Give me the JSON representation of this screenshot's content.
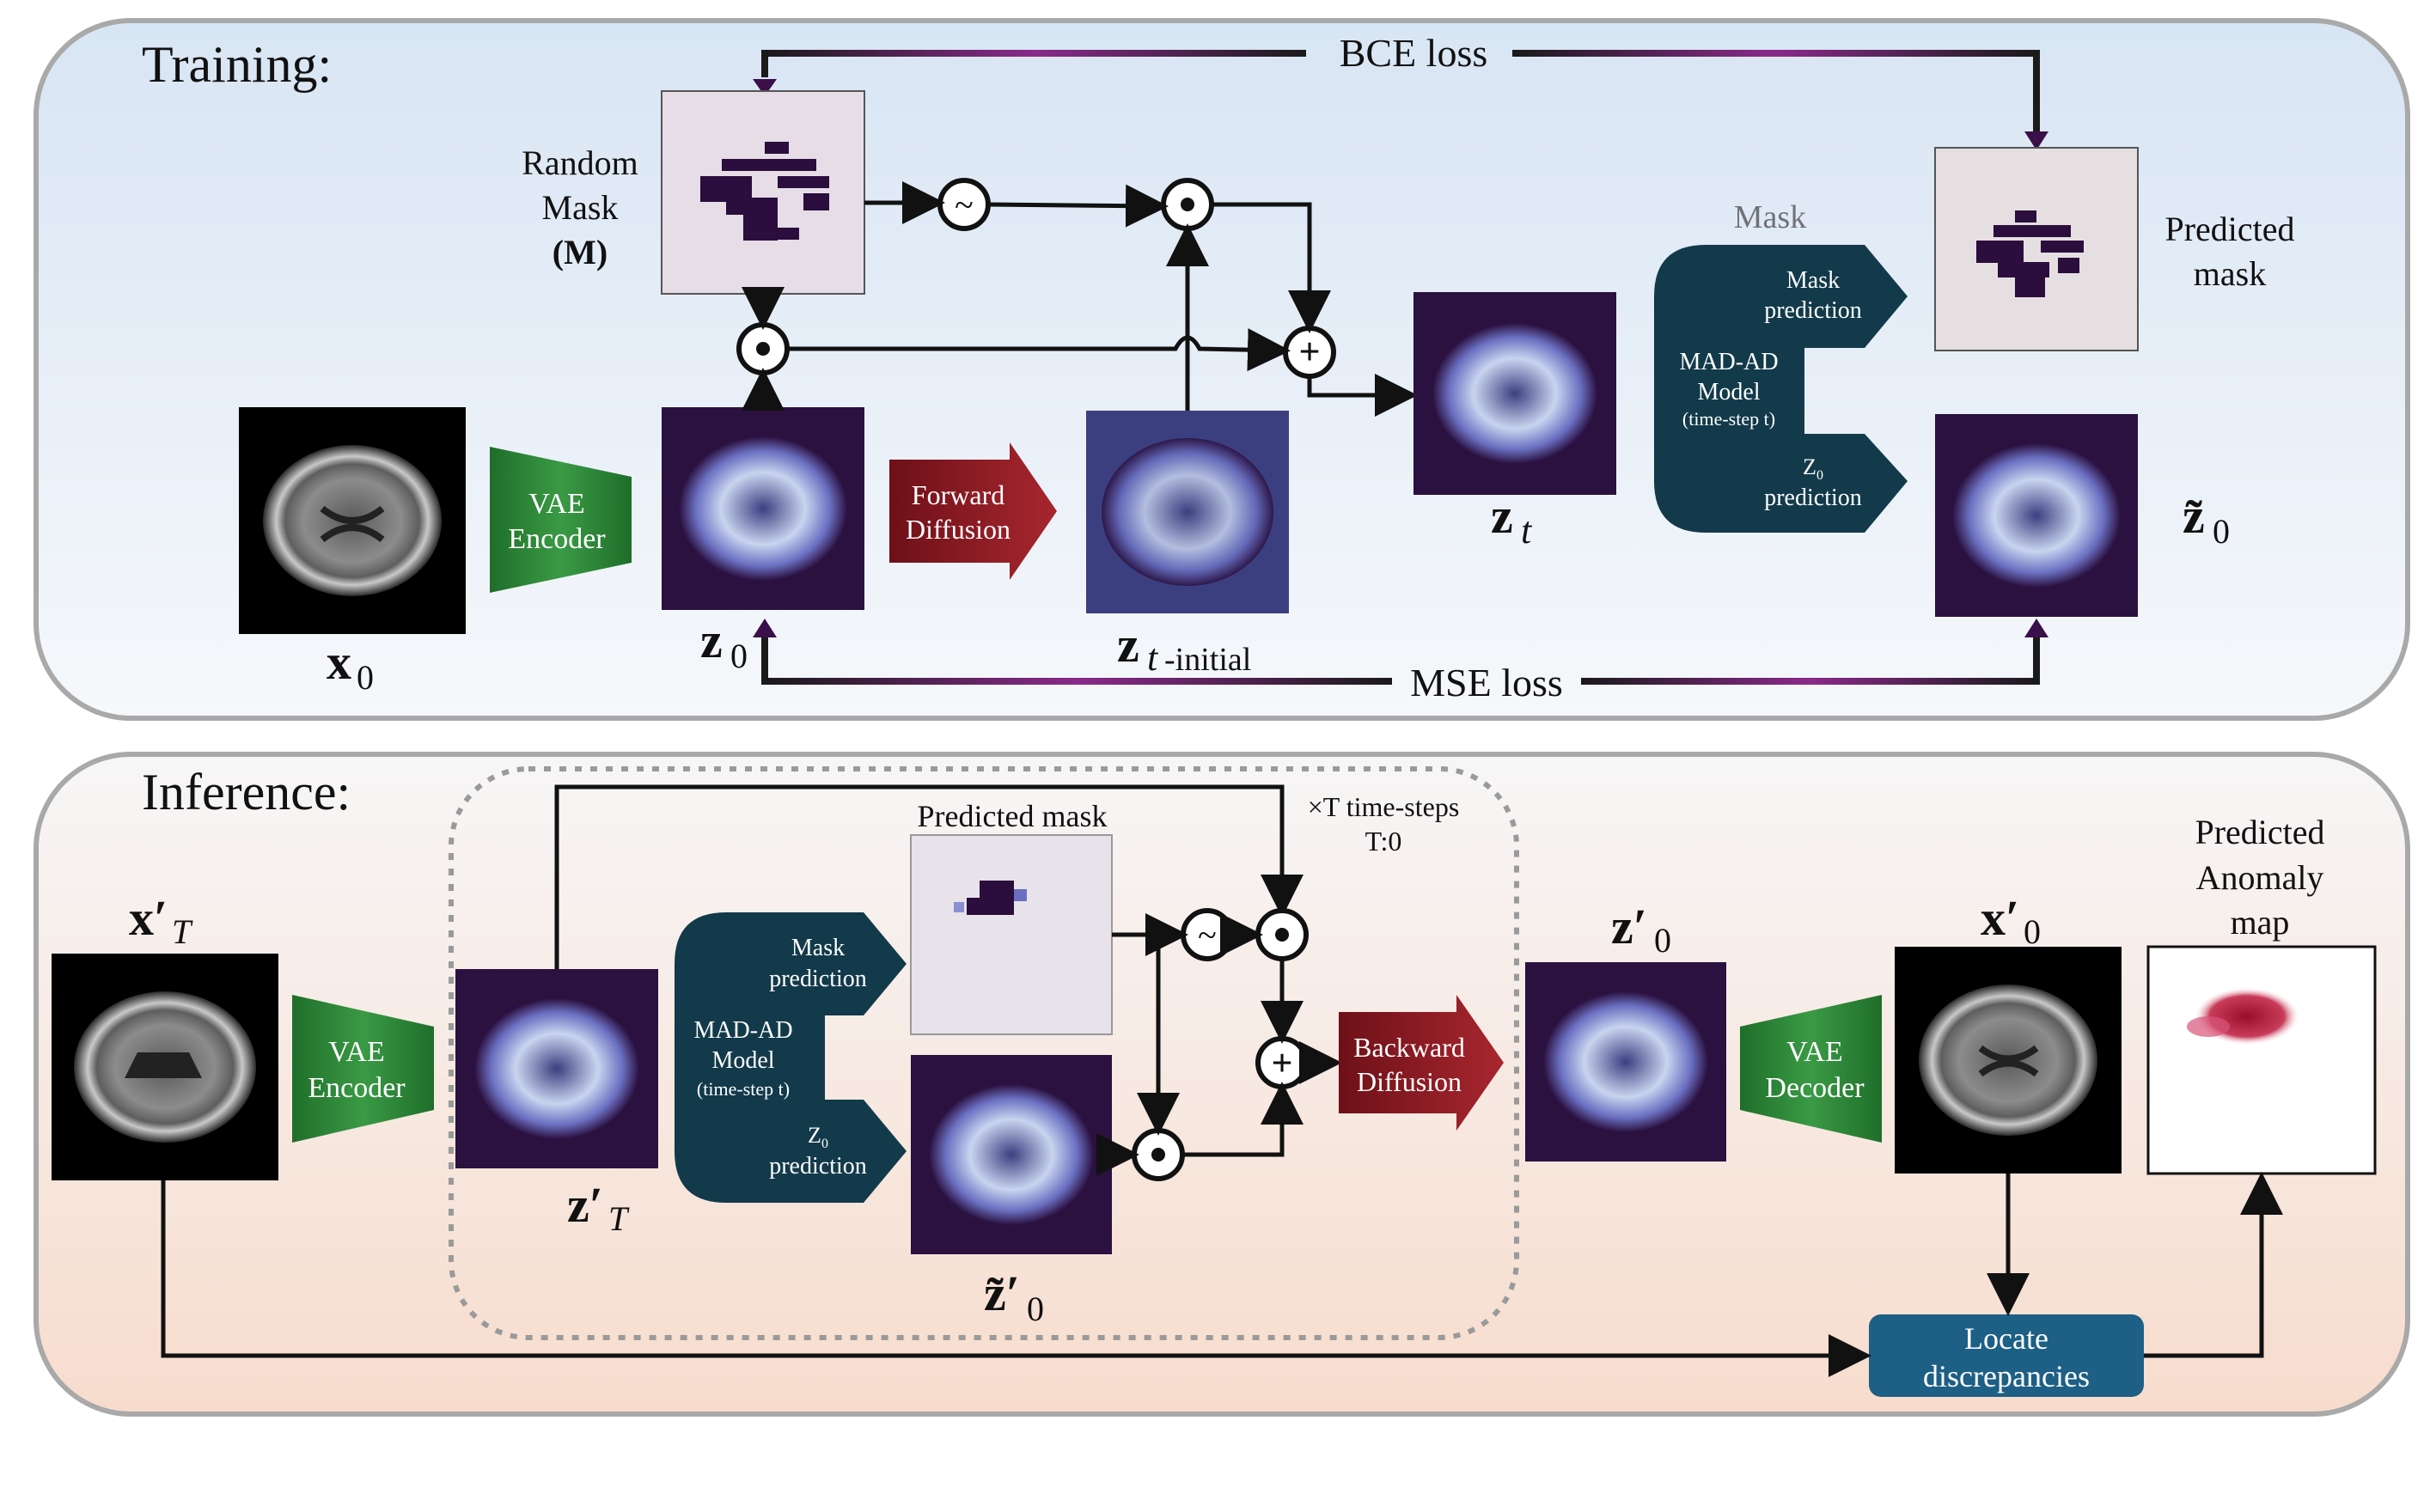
{
  "panels": {
    "training_title": "Training:",
    "inference_title": "Inference:"
  },
  "training": {
    "bce_loss": "BCE loss",
    "mse_loss": "MSE loss",
    "random_mask_label": [
      "Random",
      "Mask",
      "(M)"
    ],
    "vae_encoder": [
      "VAE",
      "Encoder"
    ],
    "forward_diffusion": [
      "Forward",
      "Diffusion"
    ],
    "model_label": [
      "MAD-AD",
      "Model",
      "(time-step t)"
    ],
    "mask_output_label": [
      "Mask",
      "prediction"
    ],
    "z0_output_label": [
      "Z",
      "0",
      "prediction"
    ],
    "faint_label": "Mask",
    "predicted_mask_label": [
      "Predicted",
      "mask"
    ],
    "var_x0": "x",
    "var_z0": "z",
    "var_zt_initial": "-initial",
    "var_zt": "z",
    "var_z0_tilde": "z̃"
  },
  "inference": {
    "predicted_mask_title": "Predicted mask",
    "timesteps": [
      "×T time-steps",
      "T:0"
    ],
    "vae_encoder": [
      "VAE",
      "Encoder"
    ],
    "vae_decoder": [
      "VAE",
      "Decoder"
    ],
    "model_label": [
      "MAD-AD",
      "Model",
      "(time-step t)"
    ],
    "mask_output_label": [
      "Mask",
      "prediction"
    ],
    "z0_output_label": [
      "Z",
      "0",
      "prediction"
    ],
    "backward_diffusion": [
      "Backward",
      "Diffusion"
    ],
    "locate": [
      "Locate",
      "discrepancies"
    ],
    "anomaly_map_label": [
      "Predicted",
      "Anomaly",
      "map"
    ],
    "var_xT": "x′",
    "var_zT": "z′",
    "var_z0_prime": "z′",
    "var_x0_prime": "x′",
    "var_z0_tilde_prime": "z̃′"
  },
  "colors": {
    "training_bg_top": "#dde8f5",
    "training_bg_bottom": "#f4f7fb",
    "inference_bg_top": "#f5f5f7",
    "inference_bg_bottom": "#f8e2d4",
    "vae_green": "#2f8a3a",
    "diffusion_red": "#8a1c24",
    "model_teal": "#123a4a",
    "locate_blue": "#1d5f85",
    "loss_purple": "#6a1a6a",
    "mask_bg": "#e6dde6",
    "latent_dark": "#2b1140"
  }
}
